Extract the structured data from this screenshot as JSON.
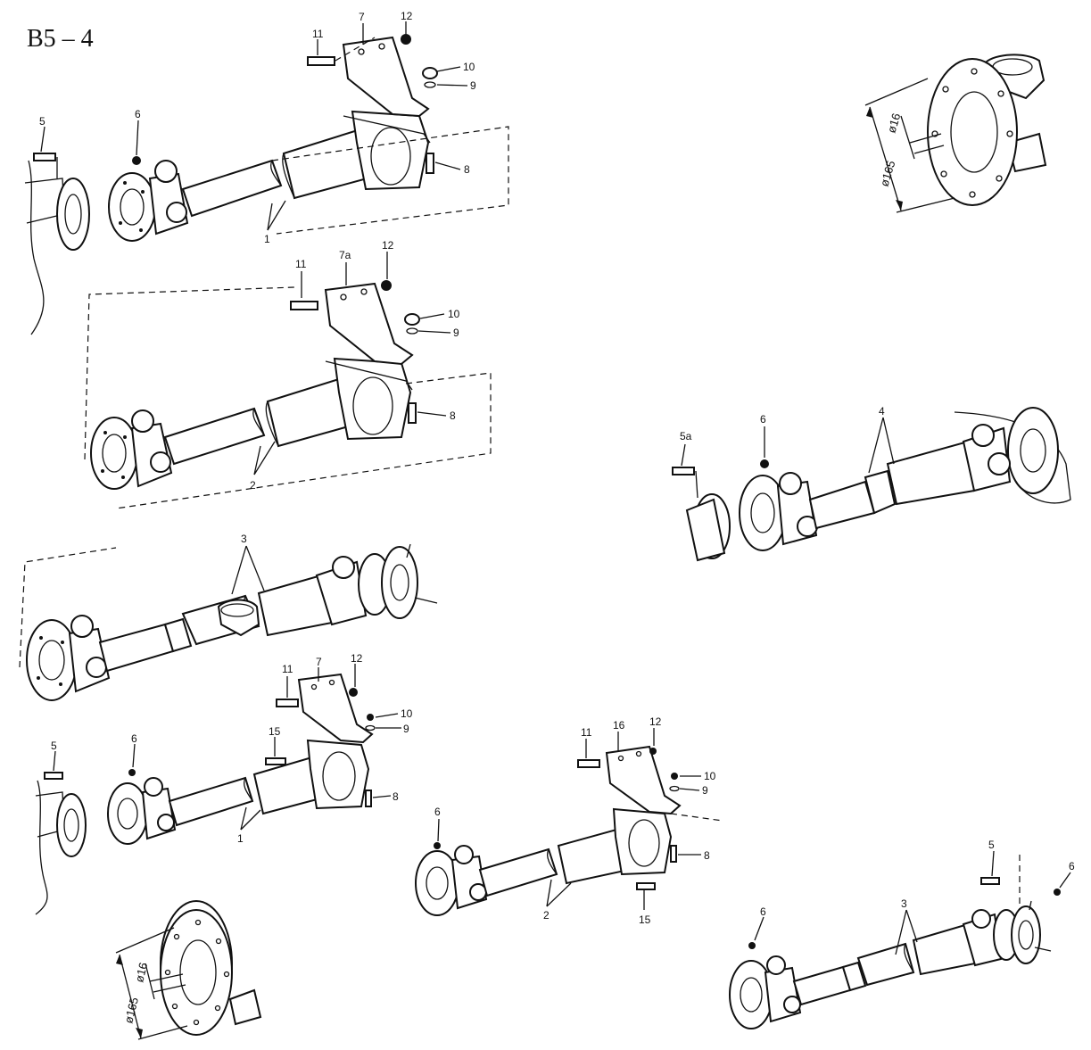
{
  "title": "B5 – 4",
  "labels": {
    "a_5": "5",
    "a_6": "6",
    "a_1": "1",
    "a_7": "7",
    "a_11": "11",
    "a_12": "12",
    "a_10": "10",
    "a_9": "9",
    "a_8": "8",
    "b_7a": "7a",
    "b_11": "11",
    "b_12": "12",
    "b_10": "10",
    "b_9": "9",
    "b_8": "8",
    "b_2": "2",
    "c_3": "3",
    "d_5a": "5a",
    "d_6": "6",
    "d_4": "4",
    "e_5": "5",
    "e_6": "6",
    "e_1": "1",
    "e_11": "11",
    "e_7": "7",
    "e_12": "12",
    "e_10": "10",
    "e_9": "9",
    "e_15": "15",
    "e_8": "8",
    "f_11": "11",
    "f_16": "16",
    "f_12": "12",
    "f_10": "10",
    "f_9": "9",
    "f_6": "6",
    "f_8": "8",
    "f_2": "2",
    "f_15": "15",
    "g_5": "5",
    "g_6a": "6",
    "g_6b": "6",
    "g_3": "3"
  },
  "dimensions": {
    "top_right_outer": "ø165",
    "top_right_inner": "ø16",
    "bottom_left_outer": "ø165",
    "bottom_left_inner": "ø16"
  }
}
